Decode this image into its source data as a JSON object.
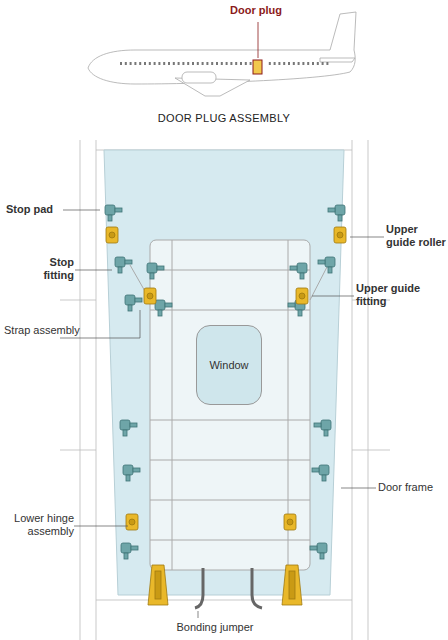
{
  "diagram": {
    "title": "DOOR PLUG ASSEMBLY",
    "nodes": [
      {
        "text": [
          "Window"
        ]
      }
    ],
    "labels": [
      "Door plug",
      "Stop pad",
      "Upper guide roller",
      "Stop fitting",
      "Upper guide fitting",
      "Strap assembly",
      "Door frame",
      "Lower hinge assembly",
      "Bonding jumper"
    ]
  }
}
